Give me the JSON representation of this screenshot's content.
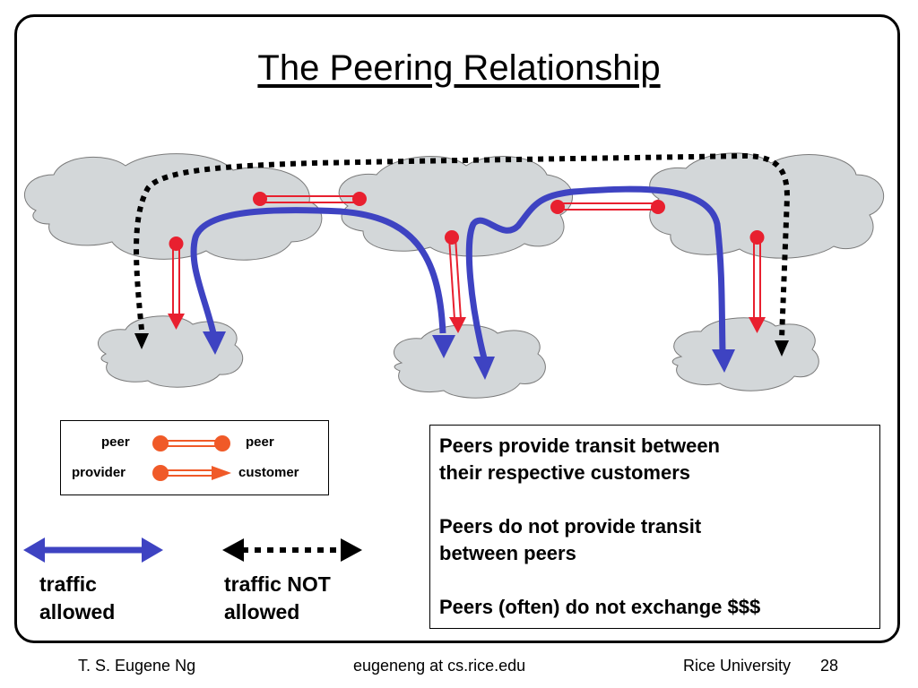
{
  "slide": {
    "title": "The Peering Relationship"
  },
  "legend": {
    "peer_left": "peer",
    "peer_right": "peer",
    "provider": "provider",
    "customer": "customer"
  },
  "key": {
    "allowed_line1": "traffic",
    "allowed_line2": "allowed",
    "not_allowed_line1": "traffic NOT",
    "not_allowed_line2": "allowed"
  },
  "info": [
    {
      "line1": "Peers provide transit between",
      "line2": "their respective customers"
    },
    {
      "line1": "Peers do not provide transit",
      "line2": "between peers"
    },
    {
      "line1": "Peers (often) do not exchange $$$",
      "line2": ""
    }
  ],
  "footer": {
    "author": "T. S. Eugene Ng",
    "email": "eugeneng at cs.rice.edu",
    "institution": "Rice University",
    "page_number": "28"
  },
  "colors": {
    "cloud_fill": "#d3d7d9",
    "peer_link": "#e8202f",
    "legend_node": "#f05a28",
    "traffic_allowed": "#3e43c2",
    "traffic_blocked": "#000000"
  }
}
